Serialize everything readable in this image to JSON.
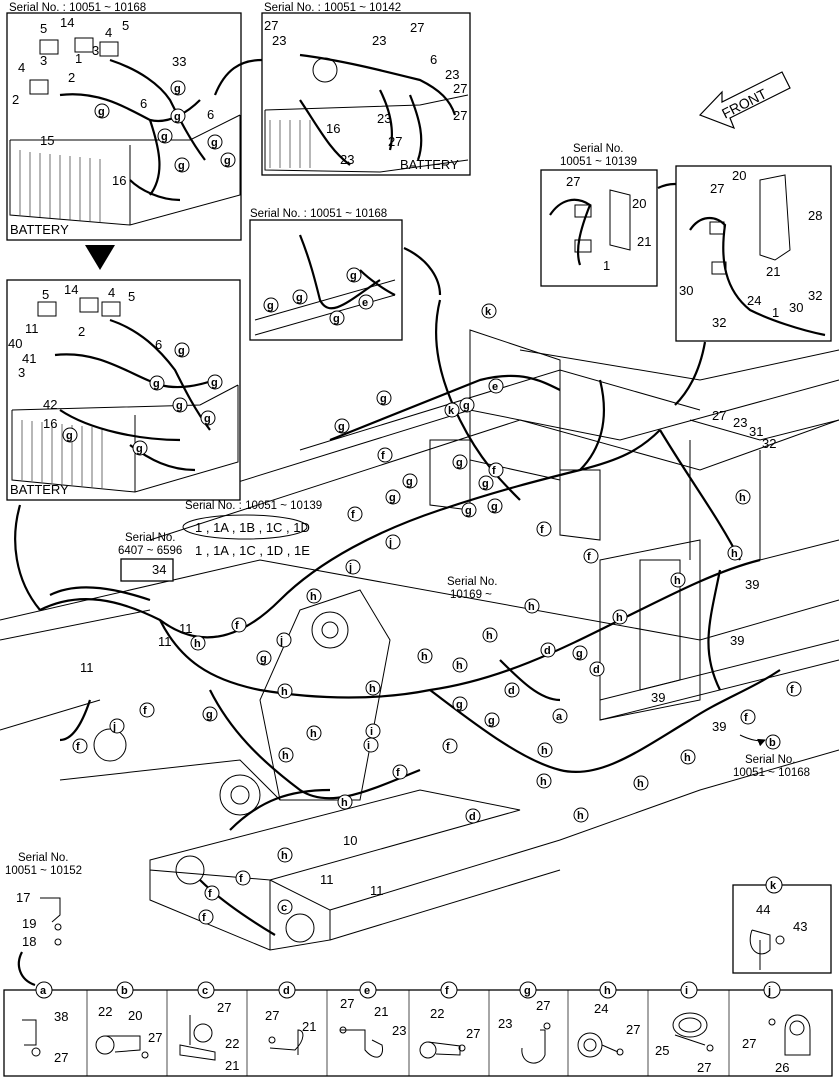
{
  "inset_battery_top_left": {
    "serial": "Serial No. : 10051 ~ 10168",
    "caption": "BATTERY",
    "callouts": [
      "5",
      "14",
      "4",
      "5",
      "3",
      "2",
      "1",
      "3",
      "4",
      "2",
      "33",
      "g",
      "g",
      "g",
      "g",
      "g",
      "6",
      "g",
      "15",
      "16",
      "g"
    ]
  },
  "inset_battery_top_center": {
    "serial": "Serial No. : 10051 ~ 10142",
    "caption": "BATTERY",
    "callouts": [
      "27",
      "27",
      "23",
      "23",
      "6",
      "23",
      "27",
      "16",
      "23",
      "27",
      "27",
      "23"
    ]
  },
  "inset_battery_mid_left": {
    "caption": "BATTERY",
    "callouts": [
      "5",
      "14",
      "4",
      "5",
      "11",
      "2",
      "40",
      "41",
      "3",
      "42",
      "6",
      "g",
      "g",
      "g",
      "g",
      "g",
      "16",
      "g",
      "g"
    ]
  },
  "inset_harness_center": {
    "serial": "Serial No. : 10051 ~ 10168",
    "callouts": [
      "g",
      "g",
      "g",
      "e",
      "g"
    ]
  },
  "inset_serial_10139": {
    "serial_line1": "Serial No.",
    "serial_line2": "10051 ~ 10139",
    "callouts": [
      "27",
      "20",
      "21",
      "1"
    ]
  },
  "inset_right_bracket": {
    "callouts": [
      "27",
      "20",
      "28",
      "21",
      "30",
      "32",
      "24",
      "30",
      "32",
      "1"
    ]
  },
  "front_label": "FRONT",
  "main": {
    "serial_10139": "Serial No. : 10051 ~ 10139",
    "codes_oval": "1 , 1A , 1B , 1C , 1D",
    "codes_plain": "1 , 1A , 1C , 1D , 1E",
    "serial_6407_l1": "Serial No.",
    "serial_6407_l2": "6407 ~ 6596",
    "part_34": "34",
    "serial_10169_l1": "Serial No.",
    "serial_10169_l2": "10169 ~",
    "serial_10168_l1": "Serial No.",
    "serial_10168_l2": "10051 ~ 10168",
    "serial_10152_l1": "Serial No.",
    "serial_10152_l2": "10051 ~ 10152",
    "nums": [
      "11",
      "11",
      "11",
      "10",
      "11",
      "11",
      "17",
      "19",
      "18",
      "27",
      "23",
      "31",
      "32",
      "39",
      "39",
      "39",
      "39"
    ],
    "letters": [
      "k",
      "e",
      "k",
      "g",
      "g",
      "g",
      "f",
      "g",
      "g",
      "g",
      "g",
      "f",
      "g",
      "g",
      "j",
      "f",
      "j",
      "f",
      "f",
      "g",
      "h",
      "f",
      "f",
      "g",
      "h",
      "j",
      "j",
      "f",
      "f",
      "g",
      "h",
      "h",
      "h",
      "h",
      "h",
      "h",
      "h",
      "h",
      "h",
      "h",
      "f",
      "f",
      "h",
      "i",
      "f",
      "d",
      "d",
      "d",
      "g",
      "a",
      "g",
      "g",
      "d",
      "f",
      "f",
      "f",
      "h",
      "h",
      "h",
      "h",
      "h",
      "h",
      "h",
      "f",
      "f",
      "f",
      "f",
      "c",
      "b"
    ]
  },
  "inset_k": {
    "letter": "k",
    "callouts": [
      "44",
      "43"
    ]
  },
  "legend": [
    {
      "letter": "a",
      "nums": [
        "38",
        "27"
      ]
    },
    {
      "letter": "b",
      "nums": [
        "22",
        "20",
        "27"
      ]
    },
    {
      "letter": "c",
      "nums": [
        "27",
        "22",
        "21"
      ]
    },
    {
      "letter": "d",
      "nums": [
        "27",
        "21"
      ]
    },
    {
      "letter": "e",
      "nums": [
        "27",
        "21",
        "23"
      ]
    },
    {
      "letter": "f",
      "nums": [
        "22",
        "27"
      ]
    },
    {
      "letter": "g",
      "nums": [
        "23",
        "27"
      ]
    },
    {
      "letter": "h",
      "nums": [
        "24",
        "27"
      ]
    },
    {
      "letter": "i",
      "nums": [
        "25",
        "27"
      ]
    },
    {
      "letter": "j",
      "nums": [
        "27",
        "26"
      ]
    }
  ]
}
